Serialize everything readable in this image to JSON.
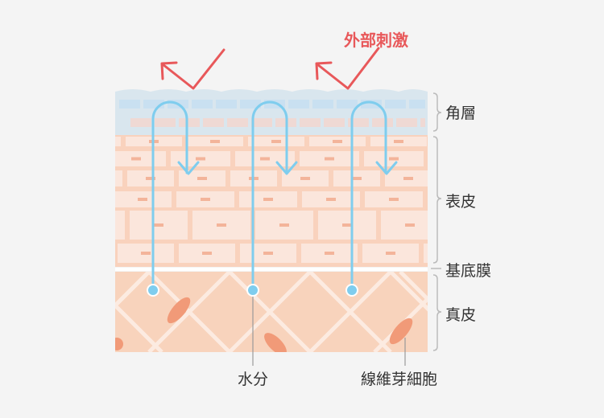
{
  "title": "外部刺激",
  "layers": {
    "stratum_corneum": "角層",
    "epidermis": "表皮",
    "basement_membrane": "基底膜",
    "dermis": "真皮"
  },
  "callouts": {
    "moisture": "水分",
    "fibroblast": "線維芽細胞"
  },
  "colors": {
    "background": "#f4f4f4",
    "stimulus_red": "#e8585a",
    "moisture_blue": "#7fcdee",
    "corneum_blue": "#cfe4f3",
    "epidermis_cell": "#fbe6dc",
    "epidermis_bg": "#f9d2bd",
    "dermis_bg": "#f8d3bc",
    "fibroblast": "#f19a78",
    "bracket": "#bbbbbb"
  }
}
